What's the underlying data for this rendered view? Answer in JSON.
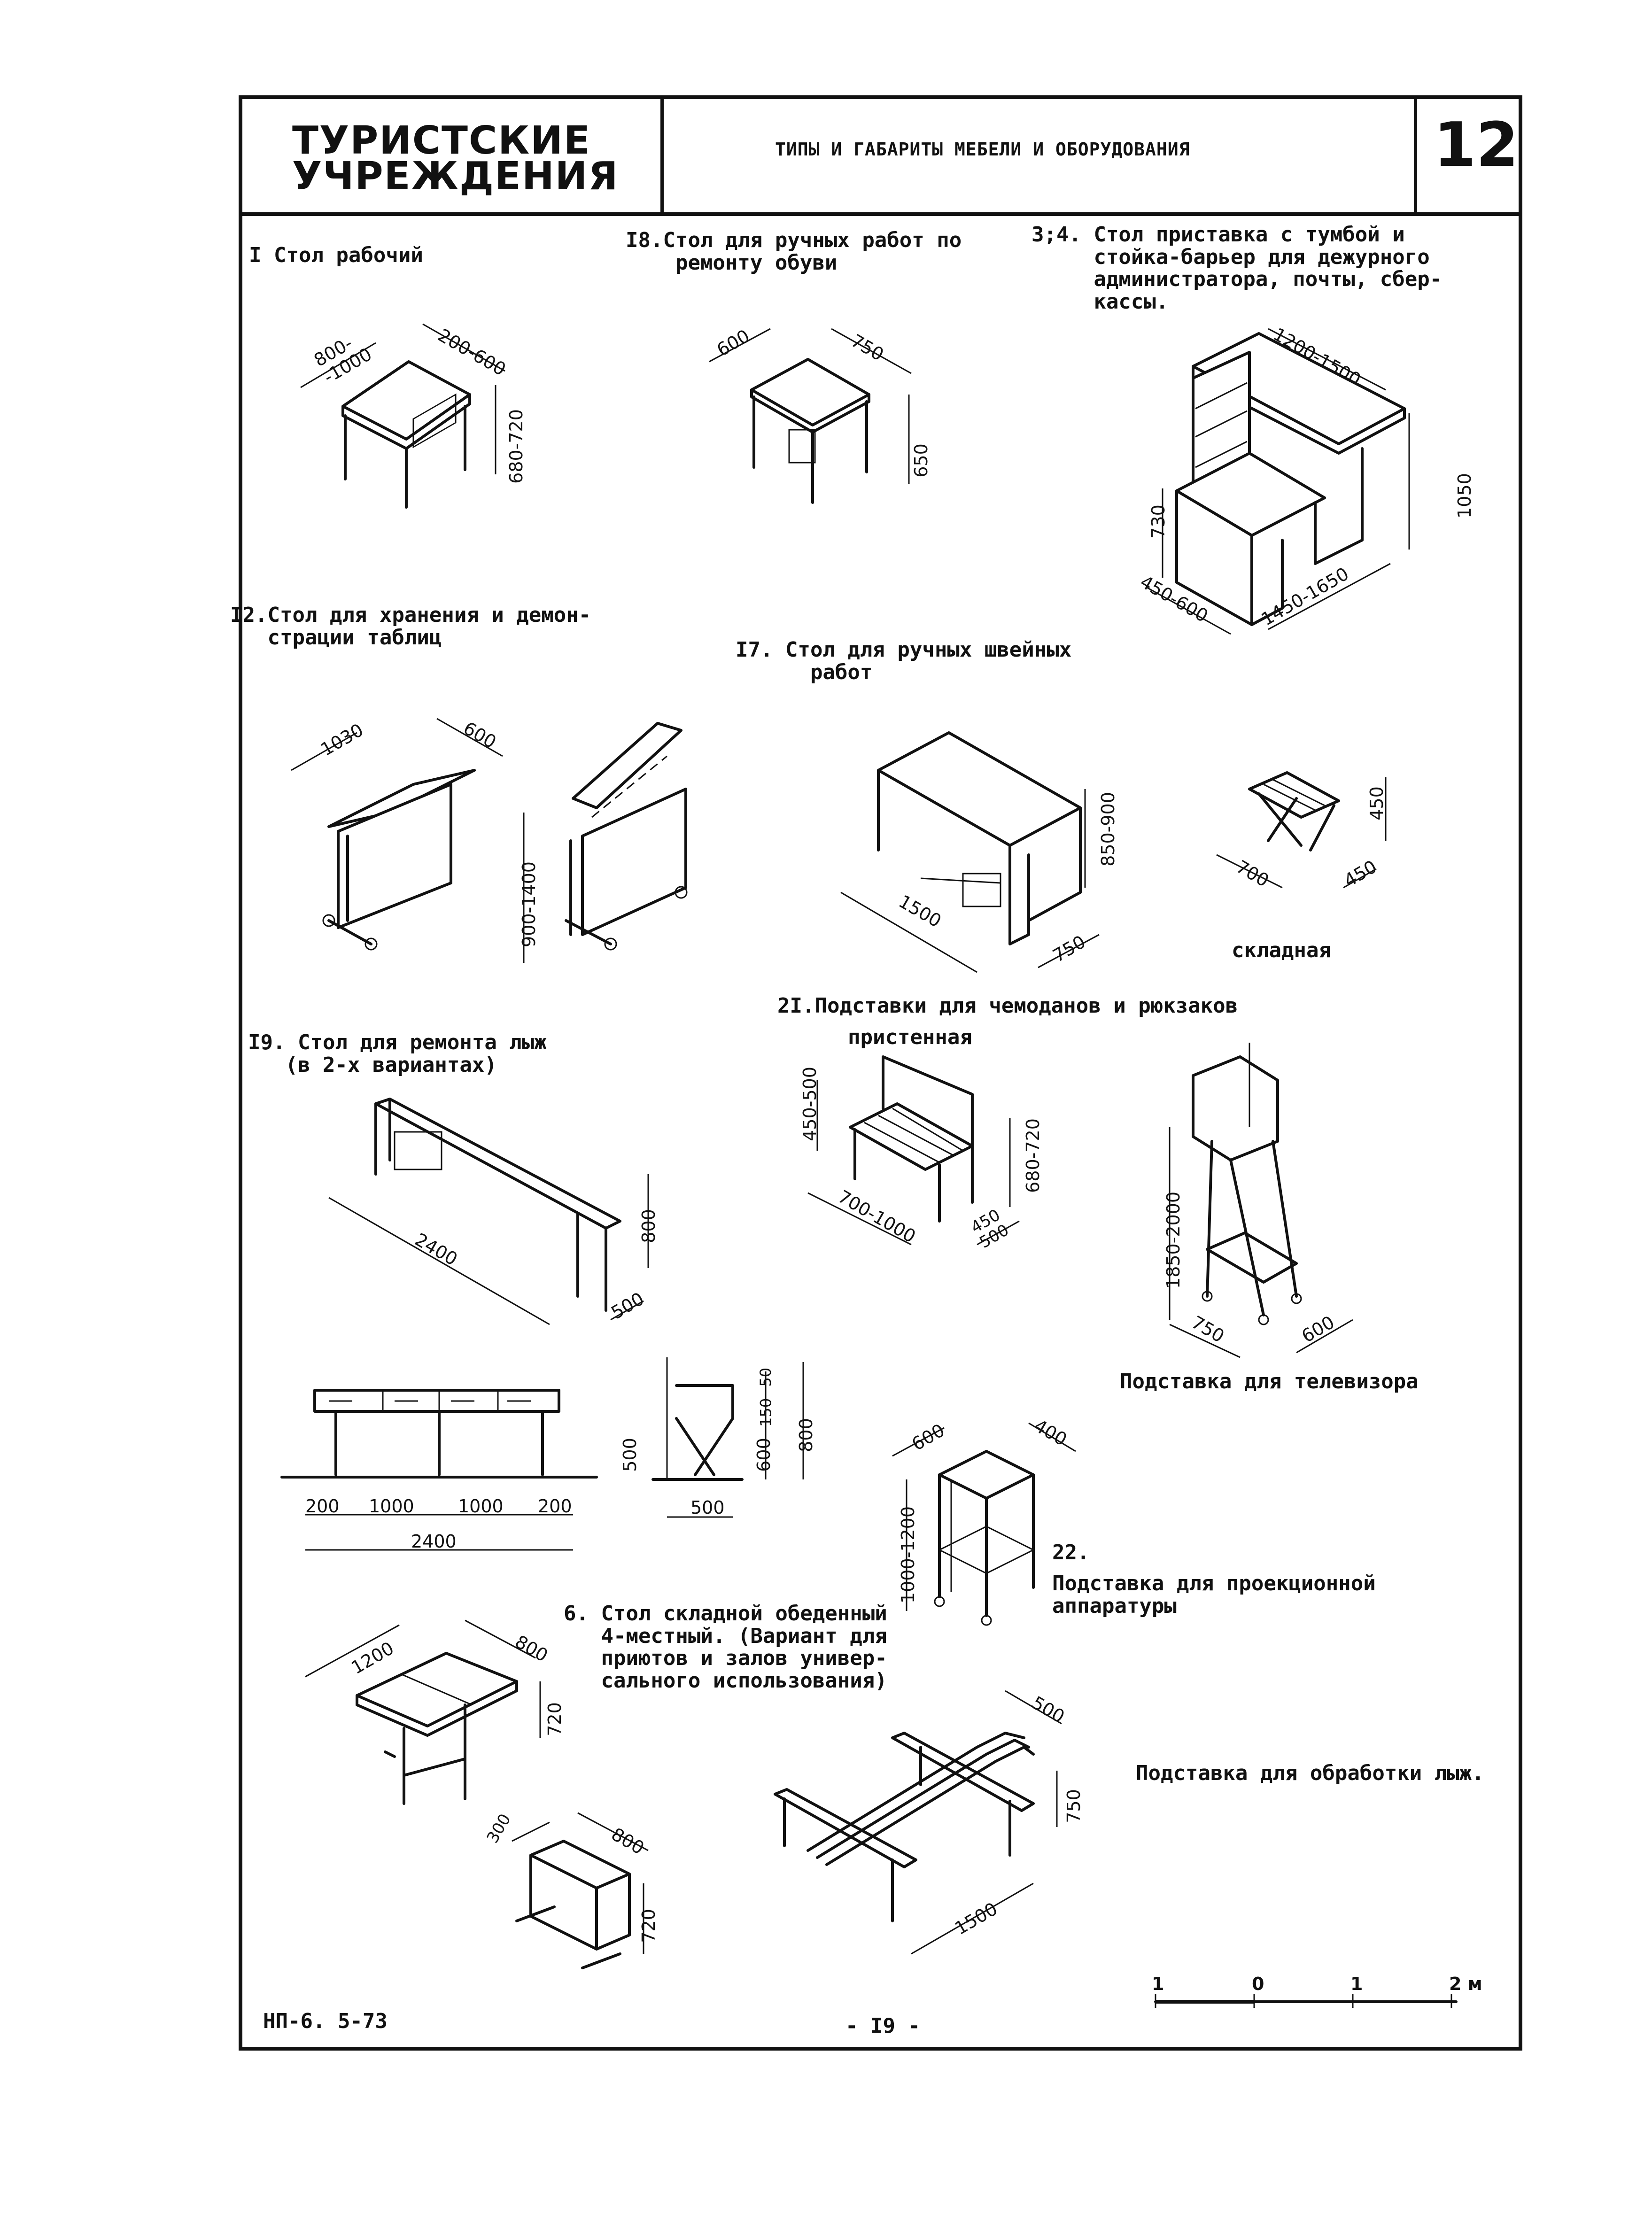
{
  "header": {
    "title_line1": "ТУРИСТСКИЕ",
    "title_line2": "УЧРЕЖДЕНИЯ",
    "subtitle": "ТИПЫ И ГАБАРИТЫ МЕБЕЛИ И ОБОРУДОВАНИЯ",
    "sheet_number": "12"
  },
  "items": {
    "i1": {
      "caption": "I Стол рабочий",
      "dims": [
        "800-\n-1000",
        "200-600",
        "680-720"
      ]
    },
    "i18": {
      "caption": "I8.Стол для ручных работ по\n    ремонту обуви",
      "dims": [
        "600",
        "750",
        "650"
      ]
    },
    "i34": {
      "caption": "3;4. Стол приставка с тумбой и\n     стойка-барьер для дежурного\n     администратора, почты, сбер-\n     кассы.",
      "dims": [
        "1200-1500",
        "1050",
        "730",
        "450-600",
        "1450-1650"
      ]
    },
    "i12": {
      "caption": "I2.Стол для хранения и демон-\n   страции таблиц",
      "dims": [
        "1030",
        "600",
        "900-1400"
      ]
    },
    "i17": {
      "caption": "I7. Стол для ручных швейных\n      работ",
      "dims": [
        "850-900",
        "1500",
        "750"
      ]
    },
    "i21": {
      "caption": "2I.Подставки для чемоданов и рюкзаков",
      "sub_wall": "пристенная",
      "sub_fold": "складная",
      "dims": [
        "450-500",
        "680-720",
        "700-1000",
        "450\n500",
        "450",
        "700",
        "450"
      ]
    },
    "i19": {
      "caption": "I9. Стол для ремонта лыж\n   (в 2-х вариантах)",
      "dims": [
        "800",
        "2400",
        "500"
      ]
    },
    "i19b": {
      "dims": [
        "200",
        "1000",
        "1000",
        "200",
        "2400",
        "500",
        "500",
        "600",
        "150",
        "50",
        "800"
      ]
    },
    "tv": {
      "caption": "Подставка для телевизора",
      "dims": [
        "1850-2000",
        "750",
        "600"
      ]
    },
    "i22": {
      "num": "22.",
      "caption": "Подставка для проекционной\nаппаратуры",
      "dims": [
        "600",
        "400",
        "1000-1200"
      ]
    },
    "i6": {
      "caption": "6. Стол складной обеденный\n   4-местный. (Вариант для\n   приютов и залов универ-\n   сального использования)",
      "dims": [
        "1200",
        "800",
        "720",
        "300",
        "800",
        "720"
      ]
    },
    "ski": {
      "caption": "Подставка для обработки лыж.",
      "dims": [
        "500",
        "750",
        "1500"
      ]
    }
  },
  "scale": {
    "ticks": [
      "1",
      "0",
      "1",
      "2 м"
    ]
  },
  "footer": {
    "doc_code": "НП-6. 5-73",
    "page": "- I9 -"
  }
}
